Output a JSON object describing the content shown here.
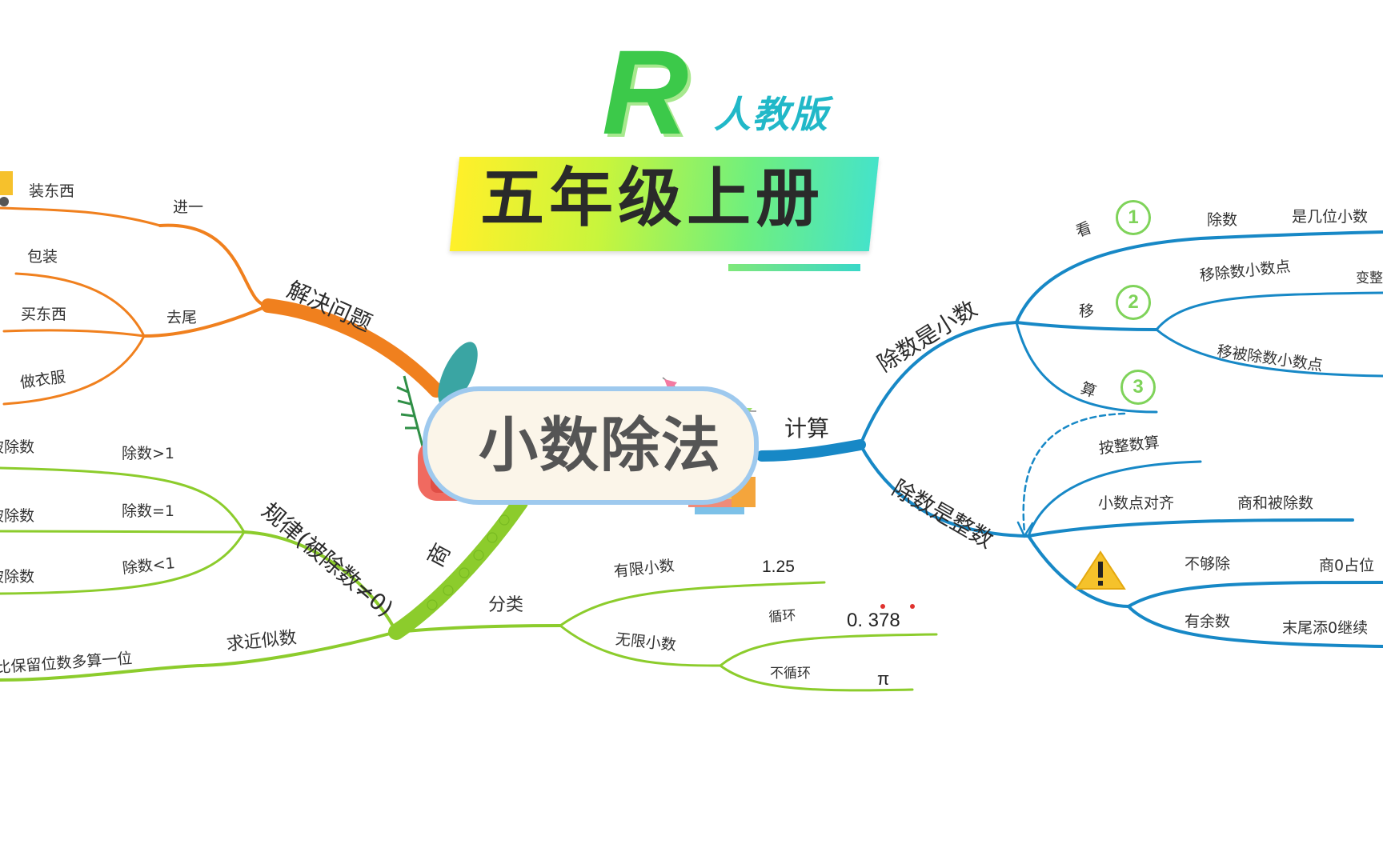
{
  "brand": {
    "letter": "R",
    "edition": "人教版"
  },
  "grade": "五年级上册",
  "center": "小数除法",
  "colors": {
    "orange": "#f0801e",
    "green": "#8ccc2c",
    "blue": "#1788c6",
    "accent": "#7fd35a"
  },
  "solve": {
    "title": "解决问题",
    "jinyi": "进一",
    "quwei": "去尾",
    "zhuang": "装东西",
    "baozhuang": "包装",
    "mai": "买东西",
    "zuoyi": "做衣服",
    "icons": [
      "truck-icon"
    ]
  },
  "rule": {
    "title": "规律(被除数≠0)",
    "gt": "除数>1",
    "eq": "除数=1",
    "lt": "除数<1",
    "b1": "被除数",
    "b2": "被除数",
    "b3": "被除数"
  },
  "approx": {
    "title": "求近似数",
    "detail": "比保留位数多算一位"
  },
  "shang": "商",
  "classify": {
    "title": "分类",
    "finite": "有限小数",
    "finite_ex": "1.25",
    "infinite": "无限小数",
    "cycle": "循环",
    "cycle_ex": "0. 378",
    "noncycle": "不循环",
    "noncycle_ex": "π"
  },
  "calc": {
    "title": "计算",
    "decimal": {
      "title": "除数是小数",
      "kan": "看",
      "yi": "移",
      "suan": "算",
      "n1": "1",
      "n2": "2",
      "n3": "3",
      "chushu": "除数",
      "jiwei": "是几位小数",
      "move_div": "移除数小数点",
      "bianzheng": "变整",
      "move_dividend": "移被除数小数点"
    },
    "integer": {
      "title": "除数是整数",
      "anzheng": "按整数算",
      "duiqi": "小数点对齐",
      "shanghe": "商和被除数",
      "bugou": "不够除",
      "shang0": "商0占位",
      "yushu": "有余数",
      "tian0": "末尾添0继续"
    }
  }
}
